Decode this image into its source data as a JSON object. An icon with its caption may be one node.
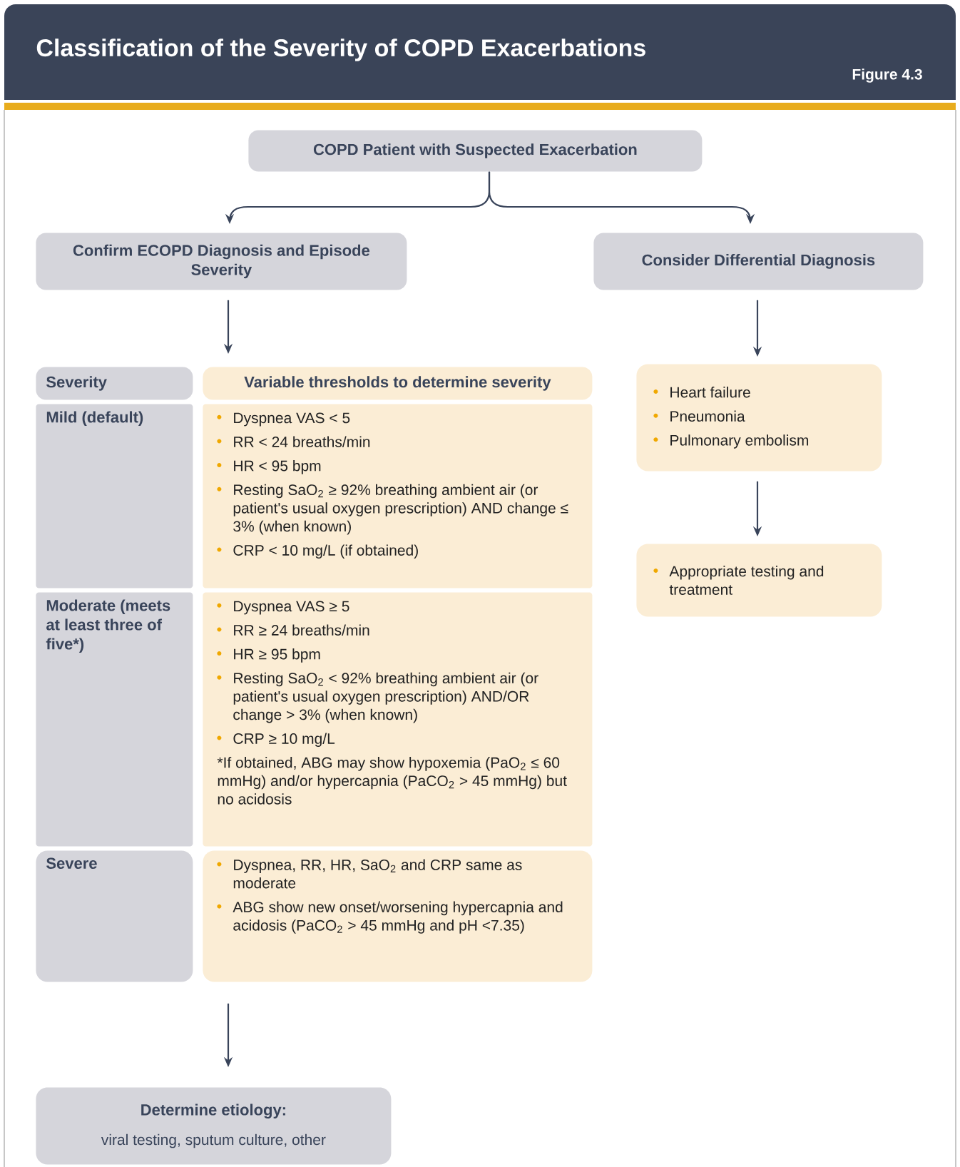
{
  "diagram": {
    "title": "Classification of the Severity of COPD Exacerbations",
    "nodes": [
      {
        "text": [
          "COPD Patient with Suspected Exacerbation"
        ]
      },
      {
        "text": [
          "Confirm ECOPD Diagnosis and Episode Severity"
        ]
      },
      {
        "text": [
          "Consider Differential Diagnosis"
        ]
      },
      {
        "text": [
          "Severity"
        ]
      },
      {
        "text": [
          "Variable thresholds to determine severity"
        ]
      },
      {
        "text": [
          "Mild (default)"
        ]
      },
      {
        "text": [
          "Dyspnea VAS < 5",
          "RR < 24 breaths/min",
          "HR < 95 bpm",
          "Resting SaO$_{2}$ ≥ 92% breathing ambient air (or patient's usual oxygen prescription) AND change ≤ 3% (when known)",
          "CRP < 10 mg/L (if obtained)"
        ]
      },
      {
        "text": [
          "Moderate (meets at least three of five*)"
        ]
      },
      {
        "text": [
          "Dyspnea VAS ≥ 5",
          "RR ≥ 24 breaths/min",
          "HR ≥ 95 bpm",
          "Resting SaO$_{2}$ < 92% breathing ambient air (or patient's usual oxygen prescription) AND/OR change > 3% (when known)",
          "CRP ≥ 10 mg/L",
          "*If obtained, ABG may show hypoxemia (PaO$_{2}$ ≤ 60 mmHg) and/or hypercapnia (PaCO$_{2}$ > 45 mmHg) but no acidosis"
        ]
      },
      {
        "text": [
          "Severe"
        ]
      },
      {
        "text": [
          "Dyspnea, RR, HR, SaO$_{2}$ and CRP same as moderate",
          "ABG show new onset/worsening hypercapnia and acidosis (PaCO$_{2}$ > 45 mmHg and pH <7.35)"
        ]
      },
      {
        "text": [
          "Heart failure",
          "Pneumonia",
          "Pulmonary embolism"
        ]
      },
      {
        "text": [
          "Appropriate testing and treatment"
        ]
      },
      {
        "text": [
          "Determine etiology:",
          "viral testing, sputum culture, other"
        ]
      }
    ],
    "edges": [
      {
        "from": 0,
        "to": 1,
        "arrow": "to"
      },
      {
        "from": 0,
        "to": 2,
        "arrow": "to"
      },
      {
        "from": 1,
        "to": 4,
        "arrow": "to"
      },
      {
        "from": 2,
        "to": 11,
        "arrow": "to"
      },
      {
        "from": 11,
        "to": 12,
        "arrow": "to"
      },
      {
        "from": 10,
        "to": 13,
        "arrow": "to"
      }
    ],
    "labels": [
      "Figure 4.3"
    ]
  }
}
